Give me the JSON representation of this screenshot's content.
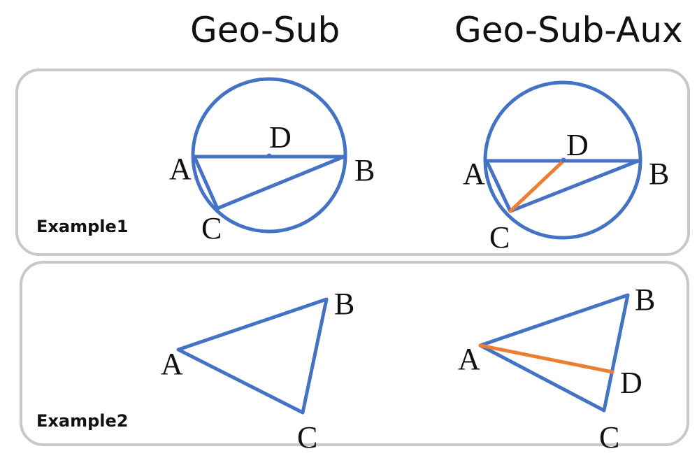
{
  "headers": {
    "geo_sub": "Geo-Sub",
    "geo_sub_aux": "Geo-Sub-Aux"
  },
  "examples": [
    {
      "label": "Example1",
      "geo_sub": {
        "points": [
          "A",
          "B",
          "C",
          "D"
        ]
      },
      "geo_sub_aux": {
        "points": [
          "A",
          "B",
          "C",
          "D"
        ],
        "auxiliary_line": "CD"
      }
    },
    {
      "label": "Example2",
      "geo_sub": {
        "points": [
          "A",
          "B",
          "C"
        ]
      },
      "geo_sub_aux": {
        "points": [
          "A",
          "B",
          "C",
          "D"
        ],
        "auxiliary_line": "AD"
      }
    }
  ],
  "colors": {
    "figure": "#4472c4",
    "auxiliary": "#ed7d31",
    "panel_border": "#c8c8c8",
    "text": "#111111"
  }
}
